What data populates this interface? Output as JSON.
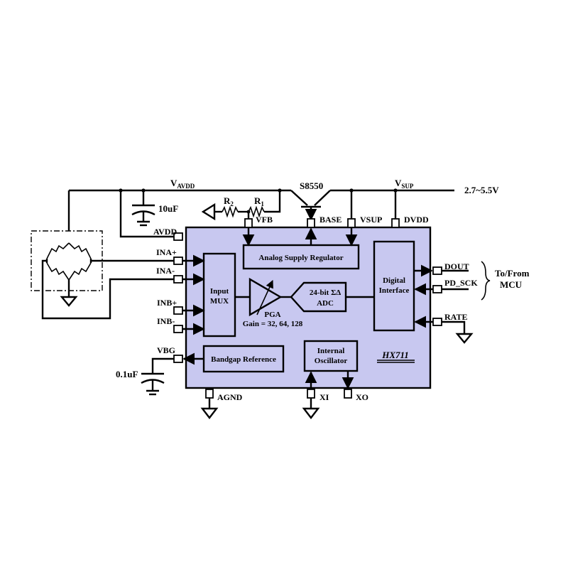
{
  "colors": {
    "chip_fill": "#c8c8f0",
    "line": "#000000",
    "background": "#ffffff"
  },
  "chip": {
    "name": "HX711",
    "blocks": {
      "analog_regulator": "Analog Supply Regulator",
      "input_mux_line1": "Input",
      "input_mux_line2": "MUX",
      "pga": "PGA",
      "pga_gain": "Gain = 32, 64, 128",
      "adc_line1": "24-bit ΣΔ",
      "adc_line2": "ADC",
      "digital_line1": "Digital",
      "digital_line2": "Interface",
      "bandgap": "Bandgap Reference",
      "oscillator_line1": "Internal",
      "oscillator_line2": "Oscillator"
    },
    "pins": {
      "avdd": "AVDD",
      "ina_plus": "INA+",
      "ina_minus": "INA-",
      "inb_plus": "INB+",
      "inb_minus": "INB-",
      "vbg": "VBG",
      "vfb": "VFB",
      "base": "BASE",
      "vsup": "VSUP",
      "dvdd": "DVDD",
      "dout": "DOUT",
      "pd_sck": "PD_SCK",
      "rate": "RATE",
      "agnd": "AGND",
      "xi": "XI",
      "xo": "XO"
    }
  },
  "external": {
    "vavdd_main": "V",
    "vavdd_sub": "AVDD",
    "vsup_main": "V",
    "vsup_sub": "SUP",
    "supply_range": "2.7~5.5V",
    "transistor": "S8550",
    "r1_main": "R",
    "r1_sub": "1",
    "r2_main": "R",
    "r2_sub": "2",
    "cap_avdd": "10uF",
    "cap_vbg": "0.1uF",
    "mcu_line1": "To/From",
    "mcu_line2": "MCU"
  }
}
